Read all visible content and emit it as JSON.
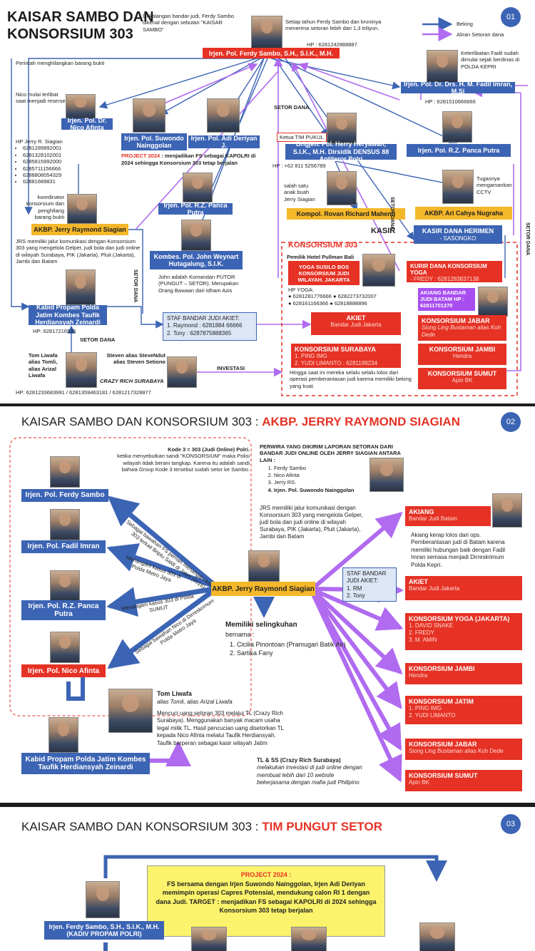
{
  "slide1": {
    "title_l1": "KAISAR SAMBO DAN",
    "title_l2": "KONSORSIUM 303",
    "intro": "Di kalangan bandar judi, Ferdy Sambo dikenal dengan sebutan \"KAISAR SAMBO\"",
    "setoran_note": "Setiap tahun Ferdy Sambo dan kroninya menerima setoran lebih dari 1,3 triliyun.",
    "hp_sambo": "HP : 6281242888887",
    "sambo": "Irjen. Pol. Ferdy Sambo, S.H., S.I.K., M.H.",
    "badge": "01",
    "legend_beking": "Beking",
    "legend_aliran": "Aliran Setoran dana",
    "perintah": "Perintah menghilangkan barang bukti",
    "nico_note": "Nico mulai terlibat saat menjadi reserse",
    "nico": "Irjen. Pol. Dr. Nico Afinta",
    "suwondo": "Irjen. Pol. Suwondo Nainggolan",
    "adi": "Irjen. Pol. Adi Deriyan J.",
    "project_label": "PROJECT 2024",
    "project_text": ": menjadikan FS sebagai KAPOLRI di 2024 sehingga Konsorsium 303 tetap berjalan",
    "setor_dana": "SETOR DANA",
    "fadil_note": "Keterlibatan Fadil sudah dimulai sejak berdinas di POLDA KEPRI",
    "fadil": "Irjen. Pol. Dr. Drs. H. M. Fadil Imran, M.Si",
    "hp_fadil": "HP : 6281510666666",
    "hp_jerry_title": "HP Jerry R. Siagian",
    "hp_jerry": [
      "6281289892001",
      "6281328102001",
      "6285815992000",
      "6285711156666",
      "6288808054329",
      "62881689831"
    ],
    "ketua_tim": "Ketua TIM PUKUL",
    "herry": "Brigjen. Pol. Herry Heryawan, S.I.K., M.H. Dirsidik DENSUS 88 Antiteror Polri",
    "hp_herry": "HP : +62 811 5256789",
    "panca_right": "Irjen. Pol. R.Z. Panca Putra",
    "panca_mid": "Irjen. Pol. R.Z. Panca Putra",
    "koordinator": "koordinator konsorsium dan penghilang barang bukti",
    "jerry": "AKBP. Jerry Raymond Siagian",
    "rovan_note": "salah satu anak buah Jerry Siagian",
    "rovan": "Kompol. Rovan Richard Mahenu",
    "ari_note": "Tugasnya mengamankan CCTV",
    "ari": "AKBP. Ari Cahya Nugraha",
    "kasir": "KASIR",
    "setor_dana_v": "SETOR DANA",
    "jrs_text": "JRS memiliki jalur komunikasi dengan Konsorsium 303 yang mengelola Gelper, judi bola dan judi online di wilayah Surabaya, PIK (Jakarta), Pluit (Jakarta), Jambi dan Batam",
    "john": "Kombes. Pol. John Weynart Hutagalung, S.I.K.",
    "john_note": "John adalah Komandan PUTOR (PUNGUT – SETOR). Merupakan Orang Bawaan dari Idham Azis",
    "kasir_dana": "KASIR DANA HERIMEN",
    "kasir_dana_sub": "- SASONGKO",
    "konsorsium": "KONSORSIUM 303",
    "pemilik": "Pemilik Hotel Pullman Bali",
    "yoga": "YOGA SUSILO BOS KONSORSIUM JUDI WILAYAH. JAKARTA",
    "hp_yoga_label": "HP YOGA:",
    "hp_yoga": [
      "6281281776666",
      "6282273732007",
      "628161166366",
      "62818888896"
    ],
    "kurir": "KURIR DANA KONSORSIUM YOGA",
    "kurir_sub": "- FREDY : 6281283837138",
    "akiang": "AKIANG BANDAR JUDI BATAM HP : 62811701270",
    "kabid": "Kabid Propam Polda Jatim Kombes Taufik Herdiansyah Zeinardi",
    "hp_kabid": "HP: 62817216535",
    "staf_title": "STAF BANDAR JUDI AKIET:",
    "staf_1": "1. Raymond : 6281884 66666",
    "staf_2": "2. Tony : 6287875888365",
    "akiet": "AKIET",
    "akiet_sub": "Bandar Judi Jakarta",
    "jabar": "KONSORSIUM JABAR",
    "jabar_sub": "Siong Ling Bustaman alias Koh Dede",
    "setor_dana_s": "SETOR DANA",
    "tom": "Tom Liwafa alias Tomli, alias Arizal Liwafa",
    "steven": "Steven alias SteveNdut alias Steven Setiono",
    "crazy": "CRAZY RICH SURABAYA",
    "investasi": "INVESTASI",
    "surabaya": "KONSORSIUM SURABAYA",
    "surabaya_sub": [
      "1. PING IMG",
      "2. YUDI LIMANTO : 6281199234"
    ],
    "jambi": "KONSORSIUM JAMBI",
    "jambi_sub": "Hendra",
    "sumut": "KONSORSIUM SUMUT",
    "sumut_sub": "Apin BK",
    "lolos": "Hingga saat ini mereka selalu selalu lolos dari operasi pemberantasan judi karena memiliki beking yang kuat.",
    "hp_tom": "HP: 6281233683991 / 6281359463181 / 6281217328877"
  },
  "slide2": {
    "title_a": "KAISAR SAMBO DAN KONSORSIUM 303 :",
    "title_b": "AKBP. JERRY RAYMOND SIAGIAN",
    "badge": "02",
    "kode": "Kode 3 = 303 (Judi Online) Polri.",
    "kode_text": "ketika menyebutkan sandi \"KONSORSIUM\" maka Polisi wilayah tidak berani tangkap. Karena itu adalah sandi bahwa Group Kode 3 tersebut sudah setor ke Sambo.",
    "perwira_title": "PERWIRA YANG DIKIRIM LAPORAN SETORAN DARI BANDAR JUDI ONLINE OLEH JERRY SIAGIAN ANTARA LAIN :",
    "perwira": [
      "Ferdy Sambo",
      "Nico Afinta",
      "Jerry RS.",
      "Irjen. Pol. Suwondo Nainggolan"
    ],
    "sambo": "Irjen. Pol. Ferdy Sambo",
    "fadil": "Irjen. Pol. Fadil Imran",
    "panca": "Irjen. Pol. R.Z. Panca Putra",
    "nico": "Irjen. Pol. Nico Afinta",
    "arrow1": "Sebagai bawahan FS pernah menangani kasus 303 terkait Briptu Saldi di Jatim (2016)",
    "arrow2": "Menangani kasus 303 di Polda Metro Jaya",
    "arrow3": "Menangani kasus 303 di Polda SUMUT",
    "arrow4": "Sebagai bawahan Nico di Dirreskrimum Polda Metro Jaya",
    "jrs_text": "JRS memiliki jalur komunikasi dengan Konsorsium 303 yang mengelola Gelper, judi bola dan judi online di wilayah Surabaya, PIK (Jakarta), Pluit (Jakarta), Jambi dan Batam",
    "jerry": "AKBP. Jerry Raymond Siagian",
    "staf_title": "STAF BANDAR JUDI AKIET:",
    "staf": [
      "1. RM",
      "2. Tony"
    ],
    "selingkuh_title": "Memiliki selingkuhan",
    "selingkuh_sub": "bernama :",
    "selingkuh": [
      "Cicilia Pinontoan (Pramugari Batik Air)",
      "Sartika Fany"
    ],
    "tom_name": "Tom Liwafa",
    "tom_alias": "alias Tomli, alias Arizal Liwafa",
    "tom_text": "Mencuci uang setoran 303 melalui TL (Crazy Rich Surabaya). Menggunakan banyak macam usaha legal milik TL. Hasil pencucian uang disetorkan TL kepada Nico Afinta melalui Taufik Herdiansyah. Taufik berperan sebagai kasir wilayah Jatim",
    "kabid": "Kabid Propam Polda Jatim Kombes Taufik Herdiansyah Zeinardi",
    "tlss_title": "TL & SS (Crazy Rich Surabaya)",
    "tlss_text": "melakukan investasi di judi online dengan membuat lebih dari 10 website bekerjasama dengan mafia judi Philipino",
    "akiang": "AKIANG",
    "akiang_sub": "Bandar Judi Batam",
    "akiang_note": "Akiang kerap lolos dari ops. Pemberantasan judi di Batam karena memiliki hubungan baik dengan Fadil Imran semasa menjadi Dirreskrimum Polda Kepri.",
    "akiet": "AKIET",
    "akiet_sub": "Bandar Judi Jakarta",
    "yoga": "KONSORSIUM YOGA (JAKARTA)",
    "yoga_sub": [
      "1. DAVID SNAKE",
      "2. FREDY",
      "3. M. AMIN"
    ],
    "jambi": "KONSORSIUM JAMBI",
    "jambi_sub": "Hendra",
    "jatim": "KONSORSIUM JATIM",
    "jatim_sub": [
      "1. PING IMG",
      "2. YUDI LIMANTO"
    ],
    "jabar": "KONSORSIUM JABAR",
    "jabar_sub": "Siong Ling Bustaman alias Koh Dede",
    "sumut": "KONSORSIUM SUMUT",
    "sumut_sub": "Apin BK"
  },
  "slide3": {
    "title_a": "KAISAR SAMBO DAN KONSORSIUM 303 :",
    "title_b": "TIM PUNGUT SETOR",
    "badge": "03",
    "project_title": "PROJECT 2024 :",
    "project_text": "FS bersama dengan Irjen Suwondo Nainggolan, Irjen Adi Deriyan memimpin operasi Capres Potensial, mendukung calon RI 1 dengan dana Judi. TARGET : menjadikan FS sebagai KAPOLRI di 2024 sehingga Konsorsium 303 tetap berjalan",
    "sambo": "Irjen. Ferdy Sambo, S.H., S.I.K., M.H. (KADIV PROPAM POLRI)"
  },
  "colors": {
    "blue": "#3c64b4",
    "purple": "#b06bf0",
    "red": "#e53225",
    "yellow": "#f5b82a"
  }
}
